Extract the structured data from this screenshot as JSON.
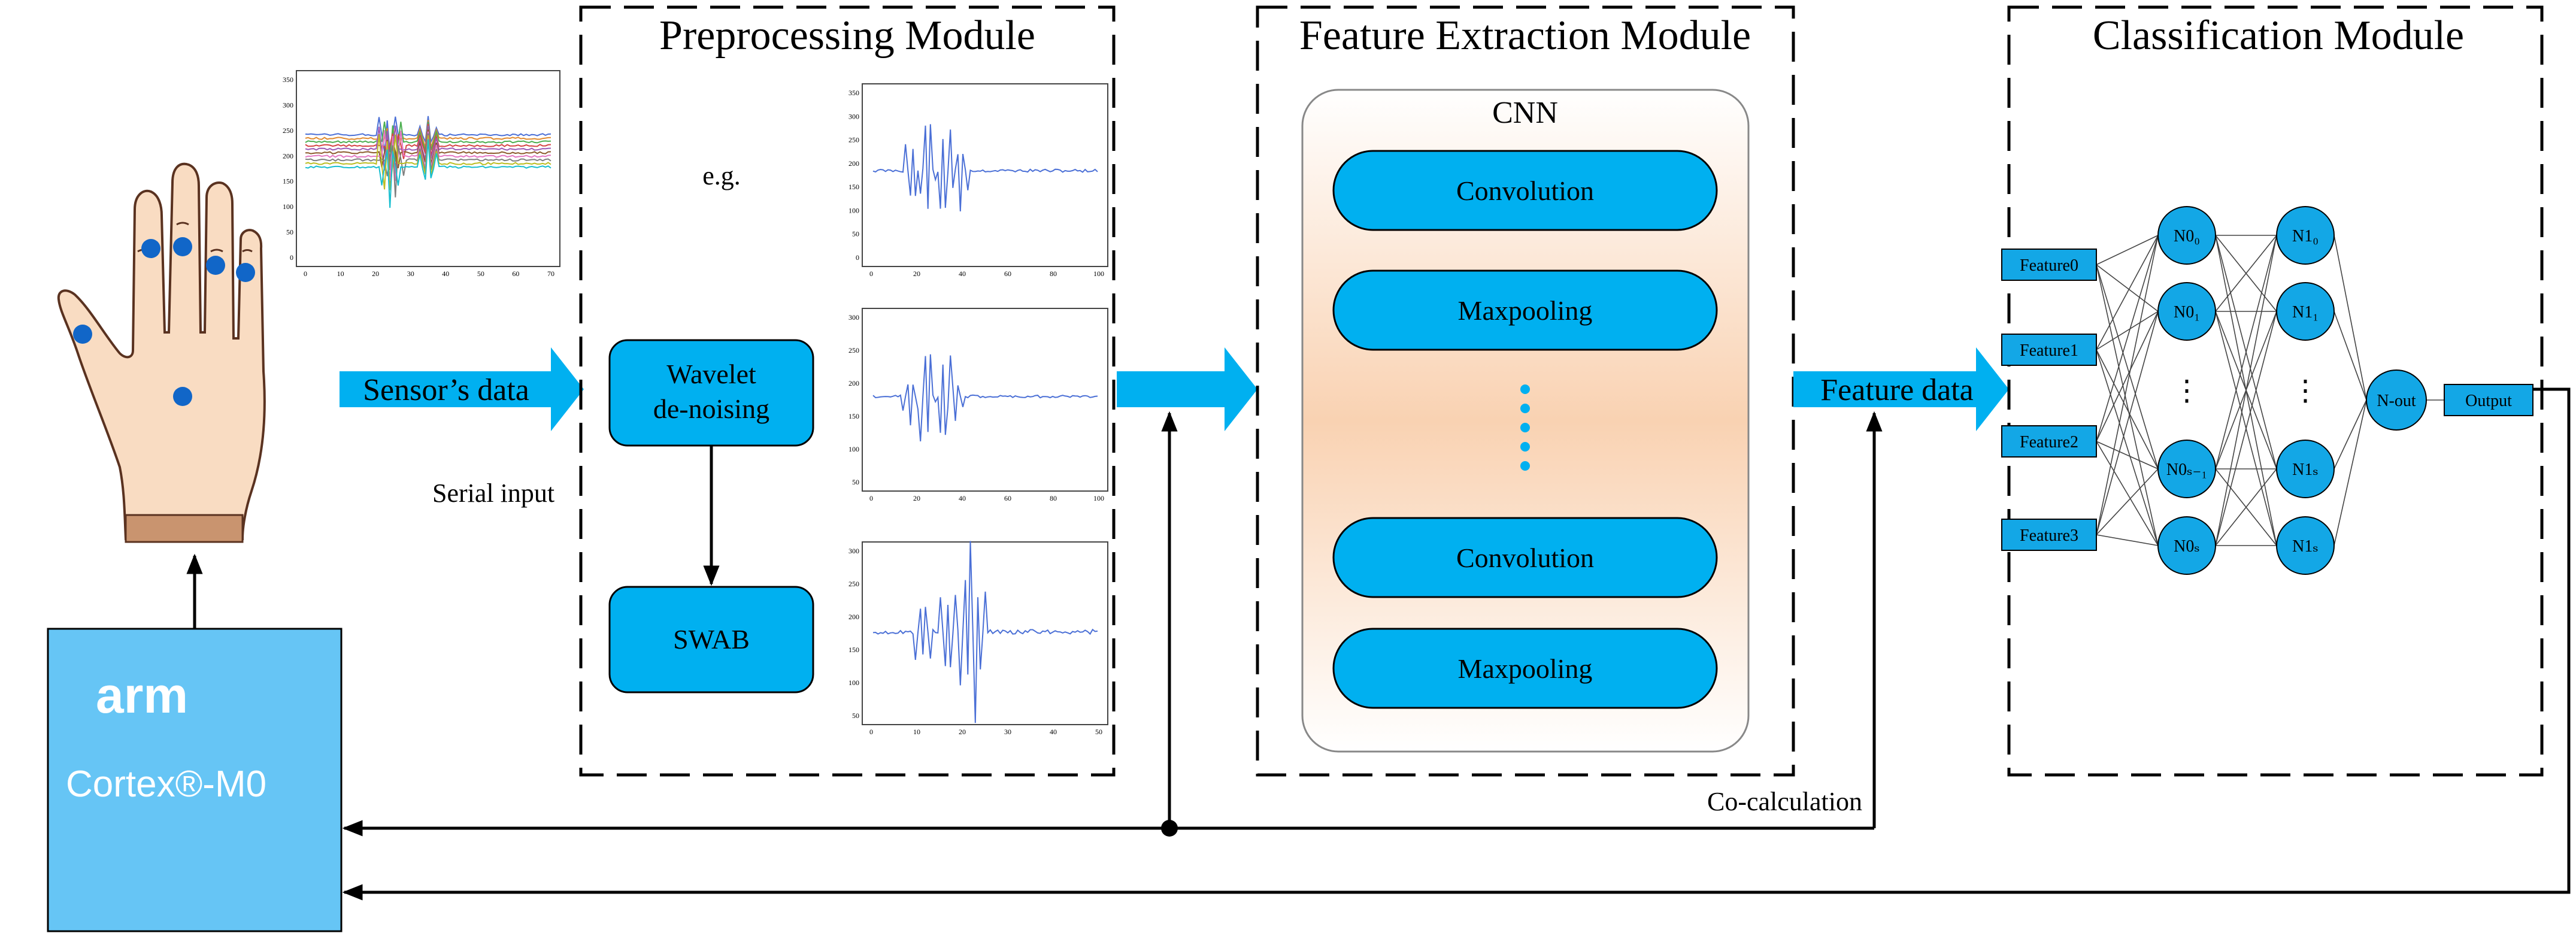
{
  "modules": {
    "preprocessing": "Preprocessing Module",
    "feature_extraction": "Feature Extraction Module",
    "classification": "Classification Module"
  },
  "labels": {
    "sensors_data": "Sensor’s data",
    "serial_input": "Serial input",
    "eg": "e.g.",
    "feature_data": "Feature data",
    "co_calculation": "Co-calculation"
  },
  "preprocessing_blocks": {
    "wavelet_line1": "Wavelet",
    "wavelet_line2": "de-noising",
    "swab": "SWAB"
  },
  "cnn": {
    "title": "CNN",
    "layers": [
      "Convolution",
      "Maxpooling",
      "Convolution",
      "Maxpooling"
    ]
  },
  "network": {
    "features": [
      "Feature0",
      "Feature1",
      "Feature2",
      "Feature3"
    ],
    "layer0": [
      "N0₀",
      "N0₁",
      "N0ₛ₋₁",
      "N0ₛ"
    ],
    "layer1": [
      "N1₀",
      "N1₁",
      "N1ₛ",
      "N1ₛ"
    ],
    "dots": "⋮",
    "out_node": "N-out",
    "output_box": "Output"
  },
  "mcu": {
    "brand": "arm",
    "model": "Cortex®-M0"
  },
  "colors": {
    "accent": "#00b0f0",
    "node_fill": "#13a7e6",
    "mcu_fill": "#66c5f5",
    "cnn_bg_top": "#ffffff",
    "cnn_bg_mid": "#f9d2b2",
    "skin": "#f9dcc2"
  },
  "mini_plots": {
    "raw": {
      "yticks": [
        "350",
        "300",
        "250",
        "200",
        "150",
        "100",
        "50",
        "0"
      ],
      "xticks": [
        "0",
        "10",
        "20",
        "30",
        "40",
        "50",
        "60",
        "70"
      ]
    },
    "plot1": {
      "yticks": [
        "350",
        "300",
        "250",
        "200",
        "150",
        "100",
        "50",
        "0"
      ],
      "xticks": [
        "0",
        "20",
        "40",
        "60",
        "80",
        "100"
      ]
    },
    "plot2": {
      "yticks": [
        "300",
        "250",
        "200",
        "150",
        "100",
        "50"
      ],
      "xticks": [
        "0",
        "20",
        "40",
        "60",
        "80",
        "100"
      ]
    },
    "plot3": {
      "yticks": [
        "300",
        "250",
        "200",
        "150",
        "100",
        "50"
      ],
      "xticks": [
        "0",
        "10",
        "20",
        "30",
        "40",
        "50"
      ]
    }
  }
}
